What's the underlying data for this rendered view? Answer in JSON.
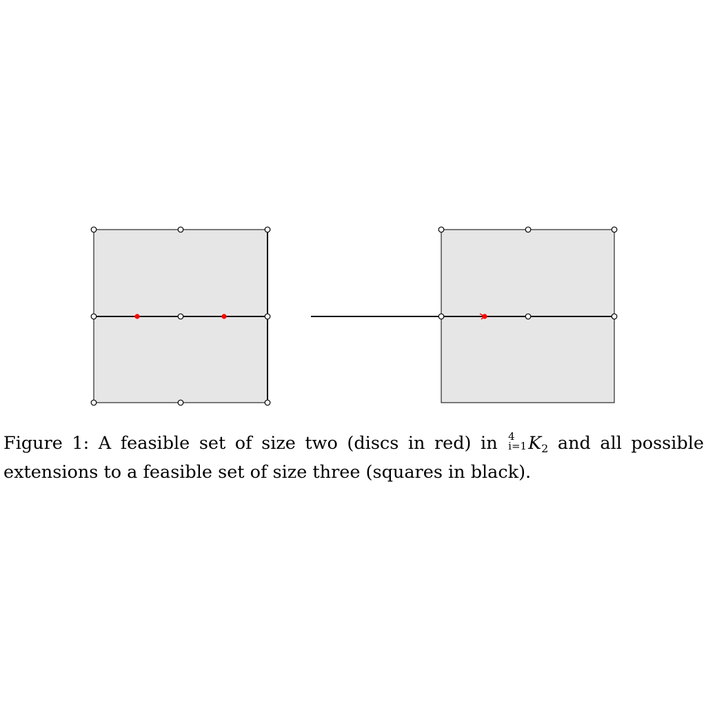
{
  "figure": {
    "colors": {
      "panel_fill": "#e6e6e6",
      "edge": "#000000",
      "open_vertex_fill": "#ffffff",
      "red_disc": "#ff0000"
    },
    "left_panel": {
      "vertices_open": 9,
      "red_discs": 2
    },
    "right_panel": {
      "vertices_open": 6,
      "red_discs": 1
    }
  },
  "caption": {
    "line1_before": "Figure 1:  A feasible set of size two (discs in red) in ",
    "op_sup": "4",
    "op_sub": "i=1",
    "graph_letter": "K",
    "graph_sub": "2",
    "line1_after": " and all possible",
    "line2": "extensions to a feasible set of size three (squares in black)."
  }
}
